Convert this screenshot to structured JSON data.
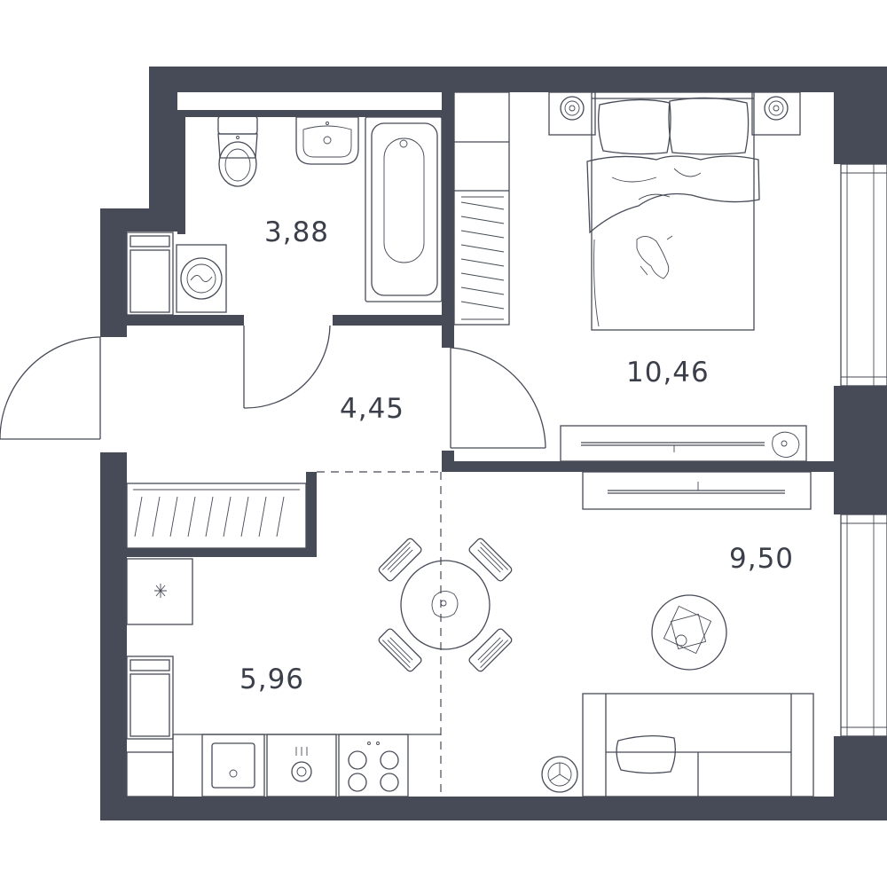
{
  "floor_plan": {
    "colors": {
      "wall": "#474b57",
      "line": "#474b57",
      "background": "#ffffff",
      "text": "#3b3f4a"
    },
    "rooms": [
      {
        "id": "bathroom",
        "area": "3,88"
      },
      {
        "id": "hallway",
        "area": "4,45"
      },
      {
        "id": "bedroom",
        "area": "10,46"
      },
      {
        "id": "kitchen",
        "area": "5,96"
      },
      {
        "id": "living-room",
        "area": "9,50"
      }
    ],
    "icons": [
      "toilet-icon",
      "washbasin-icon",
      "bathtub-icon",
      "washing-machine-icon",
      "double-bed-icon",
      "nightstand-lamp-icon",
      "wardrobe-icon",
      "tv-stand-icon",
      "round-dining-table-icon",
      "chair-icon",
      "coffee-table-icon",
      "sofa-icon",
      "kitchen-sink-icon",
      "stove-icon",
      "armchair-icon"
    ]
  }
}
